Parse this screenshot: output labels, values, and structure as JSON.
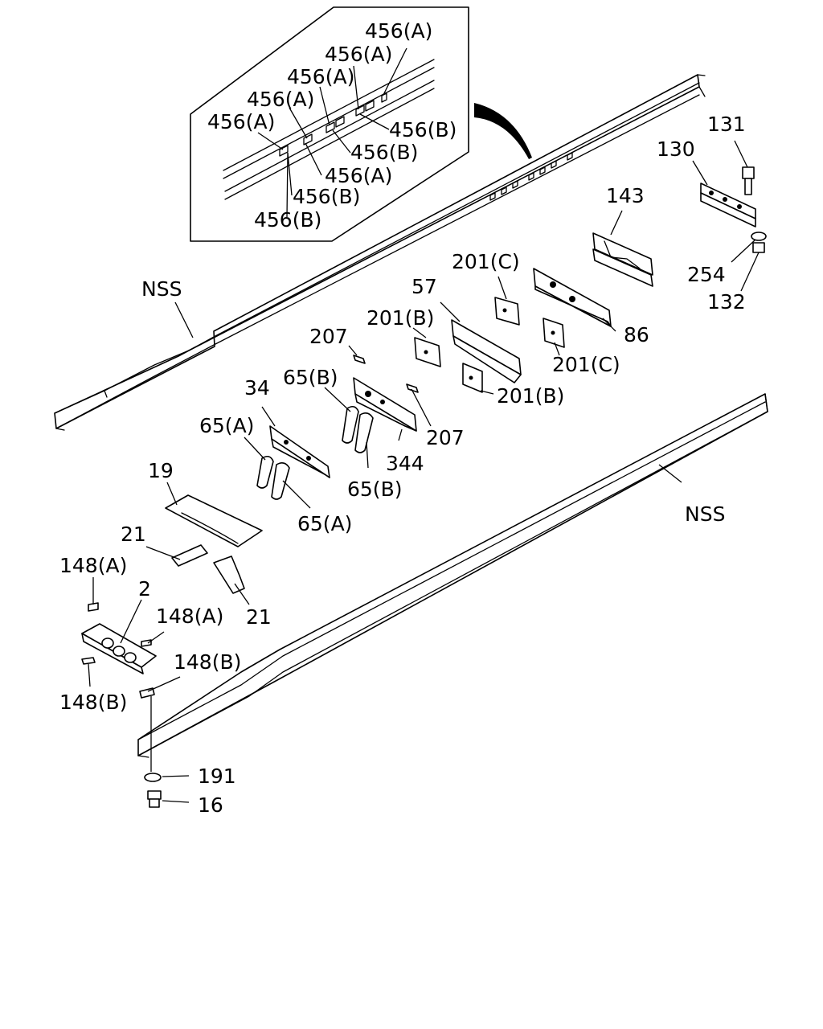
{
  "labels": {
    "i456a_1": "456(A)",
    "i456a_2": "456(A)",
    "i456a_3": "456(A)",
    "i456a_4": "456(A)",
    "i456a_5": "456(A)",
    "i456a_6": "456(A)",
    "i456b_1": "456(B)",
    "i456b_2": "456(B)",
    "i456b_3": "456(B)",
    "i456b_4": "456(B)",
    "nss_top": "NSS",
    "nss_bottom": "NSS",
    "p131": "131",
    "p130": "130",
    "p143": "143",
    "p254": "254",
    "p132": "132",
    "p201c_1": "201(C)",
    "p201c_2": "201(C)",
    "p57": "57",
    "p201b_1": "201(B)",
    "p201b_2": "201(B)",
    "p86": "86",
    "p207_1": "207",
    "p207_2": "207",
    "p65b_1": "65(B)",
    "p65b_2": "65(B)",
    "p34": "34",
    "p65a_1": "65(A)",
    "p65a_2": "65(A)",
    "p344": "344",
    "p19": "19",
    "p21_1": "21",
    "p21_2": "21",
    "p148a_1": "148(A)",
    "p148a_2": "148(A)",
    "p148b_1": "148(B)",
    "p148b_2": "148(B)",
    "p2": "2",
    "p191": "191",
    "p16": "16"
  }
}
